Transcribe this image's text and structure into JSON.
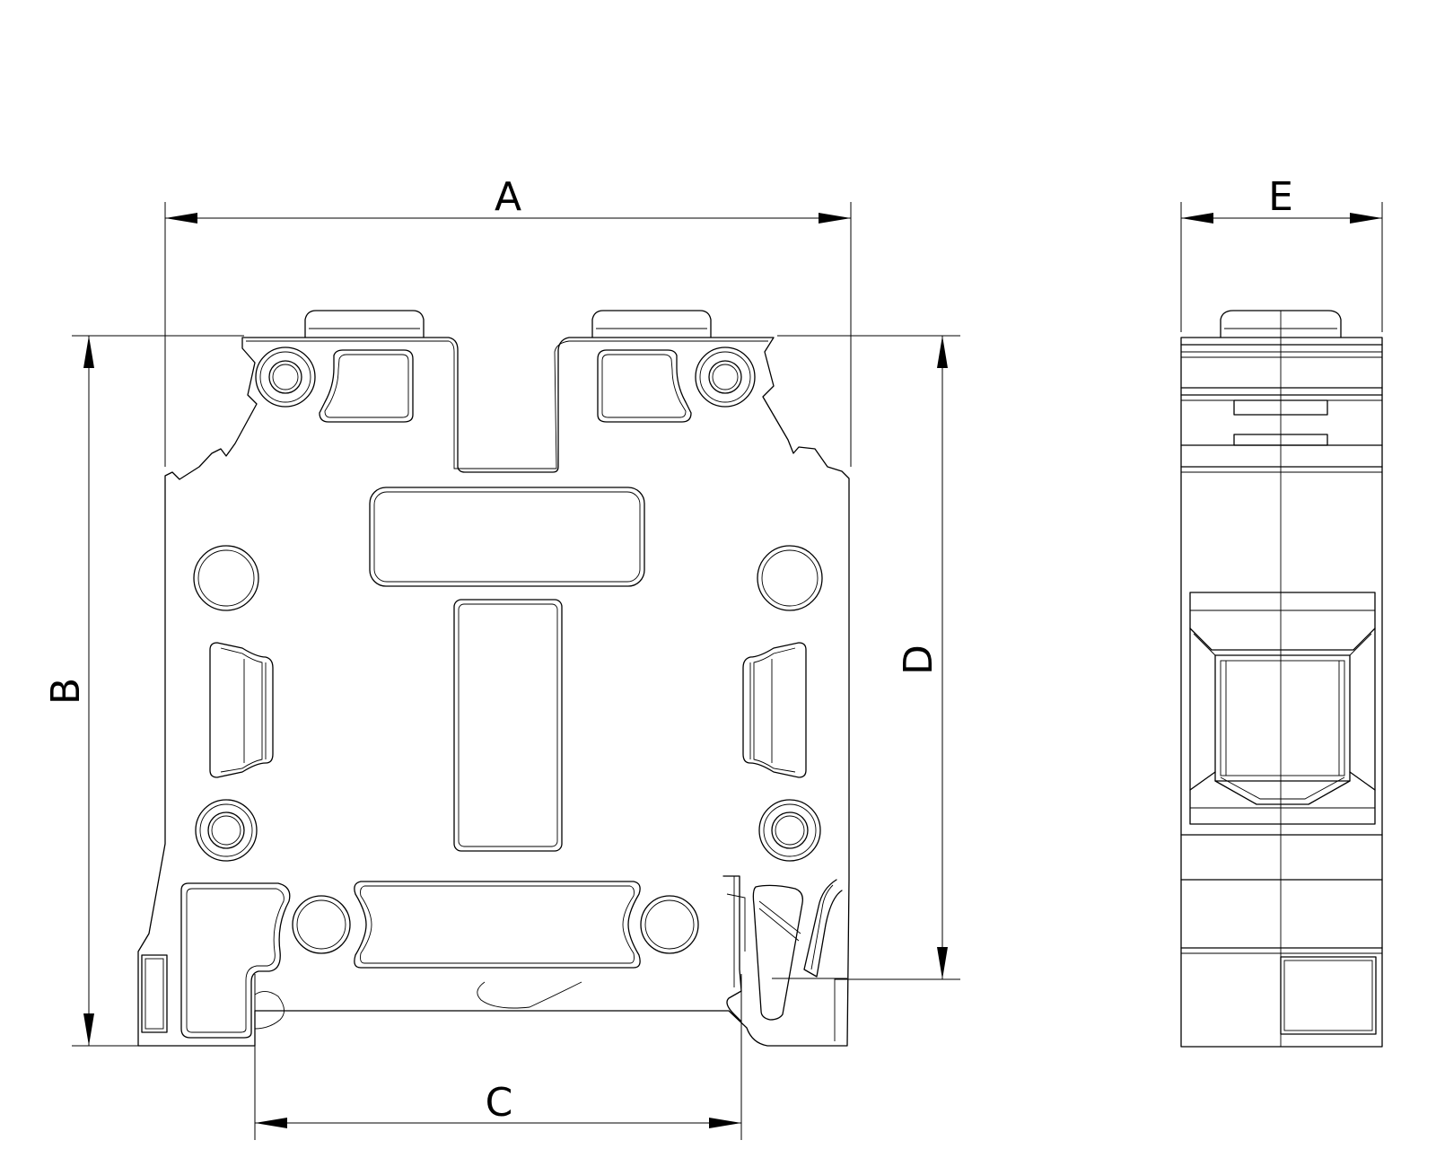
{
  "drawing": {
    "dimensions": {
      "a": "A",
      "b": "B",
      "c": "C",
      "d": "D",
      "e": "E"
    }
  }
}
